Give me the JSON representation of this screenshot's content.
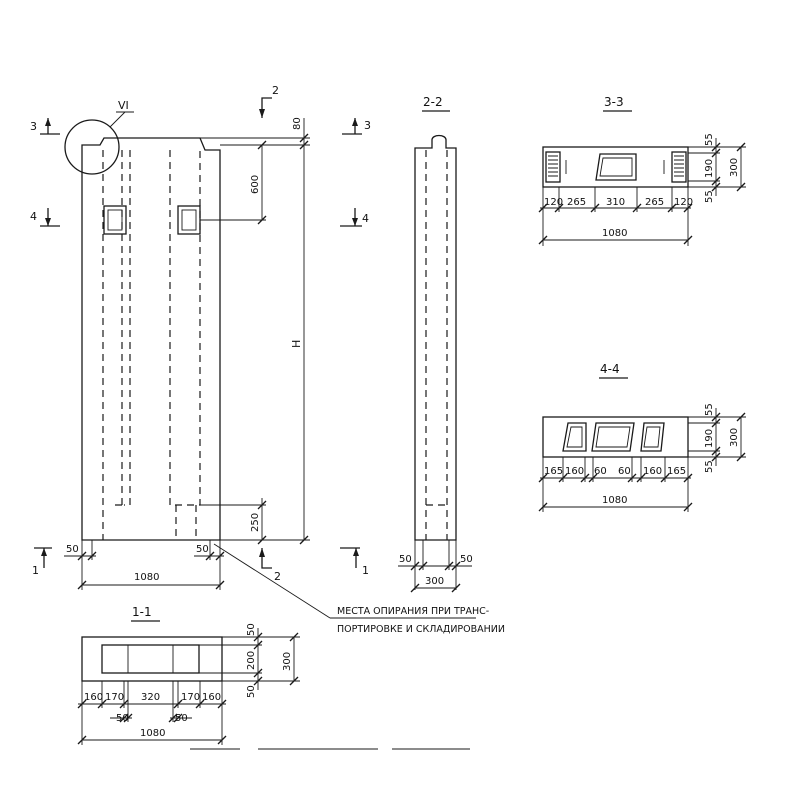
{
  "sections": {
    "s11": "1-1",
    "s22": "2-2",
    "s33": "3-3",
    "s44": "4-4"
  },
  "markers": {
    "m2": "2",
    "m3": "3",
    "m4": "4",
    "m1": "1",
    "detail": "VI"
  },
  "front_view": {
    "dim_80": "80",
    "dim_600": "600",
    "dim_h": "H",
    "dim_250": "250",
    "dim_50_left": "50",
    "dim_50_right": "50",
    "dim_1080": "1080"
  },
  "side_view": {
    "dim_50_left": "50",
    "dim_50_right": "50",
    "dim_300": "300"
  },
  "section_33": {
    "top_dims": [
      "120",
      "265",
      "310",
      "265",
      "120"
    ],
    "total": "1080",
    "v_55_top": "55",
    "v_190": "190",
    "v_55_bottom": "55",
    "v_300": "300"
  },
  "section_44": {
    "top_dims": [
      "165",
      "160",
      "60",
      "60",
      "160",
      "165"
    ],
    "total": "1080",
    "v_55_top": "55",
    "v_190": "190",
    "v_55_bottom": "55",
    "v_300": "300"
  },
  "section_11": {
    "row1": [
      "160",
      "170",
      "320",
      "170",
      "160"
    ],
    "row2": [
      "50",
      "50"
    ],
    "total": "1080",
    "v_50_top": "50",
    "v_200": "200",
    "v_50_bottom": "50",
    "v_300": "300"
  },
  "callout": {
    "line1": "МЕСТА ОПИРАНИЯ ПРИ ТРАНС-",
    "line2": "ПОРТИРОВКЕ И СКЛАДИРОВАНИИ"
  }
}
